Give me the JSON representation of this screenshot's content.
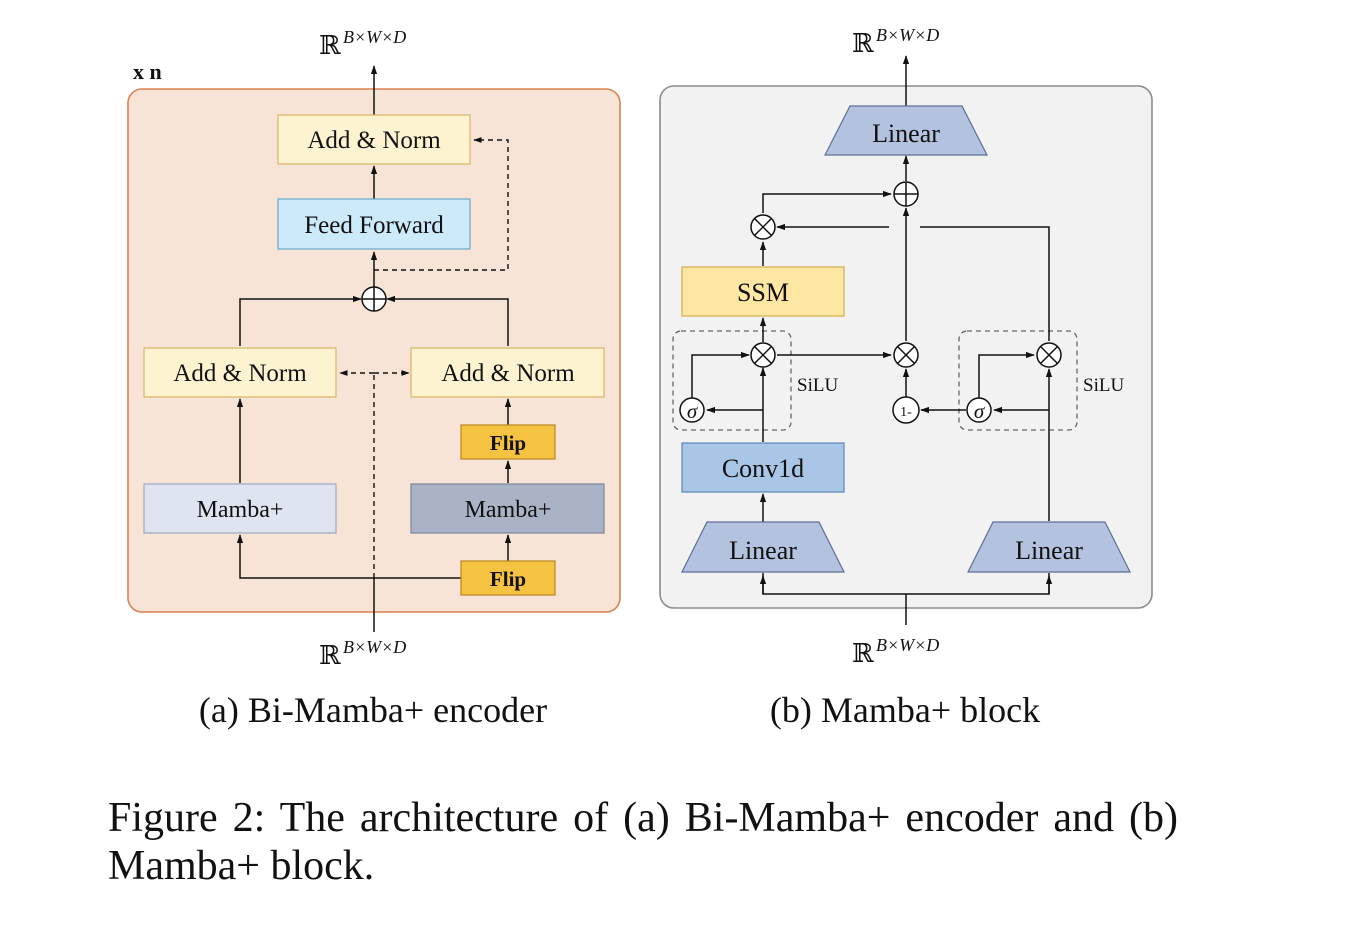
{
  "tensor_shape": {
    "base": "ℝ",
    "exponent": "B×W×D"
  },
  "panel_a": {
    "repeat_label": "x n",
    "add_norm_top": "Add & Norm",
    "feed_forward": "Feed Forward",
    "add_norm_left": "Add & Norm",
    "add_norm_right": "Add & Norm",
    "flip_top": "Flip",
    "flip_bottom": "Flip",
    "mamba_left": "Mamba+",
    "mamba_right": "Mamba+",
    "subcaption": "(a)  Bi-Mamba+ encoder"
  },
  "panel_b": {
    "linear_top": "Linear",
    "ssm": "SSM",
    "conv1d": "Conv1d",
    "linear_left": "Linear",
    "linear_right": "Linear",
    "silu_left": "SiLU",
    "silu_right": "SiLU",
    "sigma_left": "σ",
    "sigma_right": "σ",
    "one_minus": "1-",
    "subcaption": "(b)  Mamba+ block"
  },
  "figure_caption": "Figure 2: The architecture of (a) Bi-Mamba+ encoder and (b) Mamba+ block.",
  "colors": {
    "panel_a_fill": "#f7e4d6",
    "panel_a_border": "#d9834f",
    "panel_b_fill": "#f2f2f2",
    "panel_b_border": "#8c8c8c",
    "add_norm": "#fdf3d1",
    "feed_forward": "#cdeafa",
    "flip": "#f5c242",
    "mamba_light": "#dee5f1",
    "mamba_dark": "#aab3c5",
    "linear": "#b3c2de",
    "ssm": "#fde7a3",
    "conv1d": "#a9c6e6"
  }
}
